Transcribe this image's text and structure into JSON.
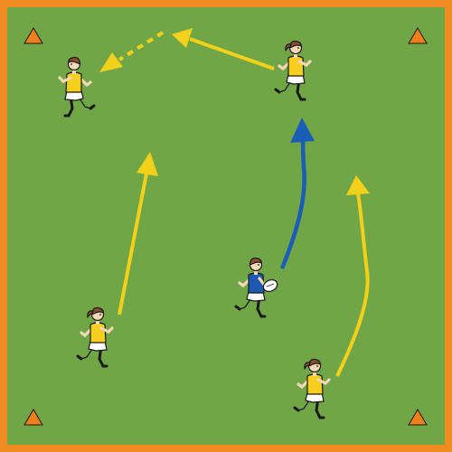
{
  "colors": {
    "pitch": "#70a646",
    "border": "#f18c21",
    "cone": "#f07f1a",
    "attacker_shirt": "#f6ce1e",
    "defender_shirt": "#1d58b1",
    "run_arrow": "#f3d11a",
    "pass_arrow": "#1b5db6",
    "skin": "#f6d8b6",
    "hair": "#8a4f2a",
    "shorts": "#ffffff"
  },
  "cones": [
    {
      "name": "cone-top-left"
    },
    {
      "name": "cone-top-right"
    },
    {
      "name": "cone-bottom-left"
    },
    {
      "name": "cone-bottom-right"
    }
  ],
  "players": [
    {
      "name": "attacker-top-left",
      "team": "attacker",
      "facing": "left",
      "ponytail": false,
      "ball": false
    },
    {
      "name": "attacker-top-right",
      "team": "attacker",
      "facing": "right",
      "ponytail": true,
      "ball": false
    },
    {
      "name": "attacker-bottom-left",
      "team": "attacker",
      "facing": "right",
      "ponytail": true,
      "ball": false
    },
    {
      "name": "attacker-bottom-right",
      "team": "attacker",
      "facing": "right",
      "ponytail": true,
      "ball": false
    },
    {
      "name": "ball-carrier",
      "team": "defender",
      "facing": "right",
      "ponytail": false,
      "ball": true
    }
  ],
  "arrows": [
    {
      "name": "run-arrow-top",
      "kind": "run",
      "style": "solid"
    },
    {
      "name": "run-arrow-dashed",
      "kind": "run",
      "style": "dashed"
    },
    {
      "name": "run-arrow-left",
      "kind": "run",
      "style": "solid"
    },
    {
      "name": "run-arrow-right",
      "kind": "run",
      "style": "solid"
    },
    {
      "name": "carry-arrow-blue",
      "kind": "carry",
      "style": "solid"
    }
  ]
}
